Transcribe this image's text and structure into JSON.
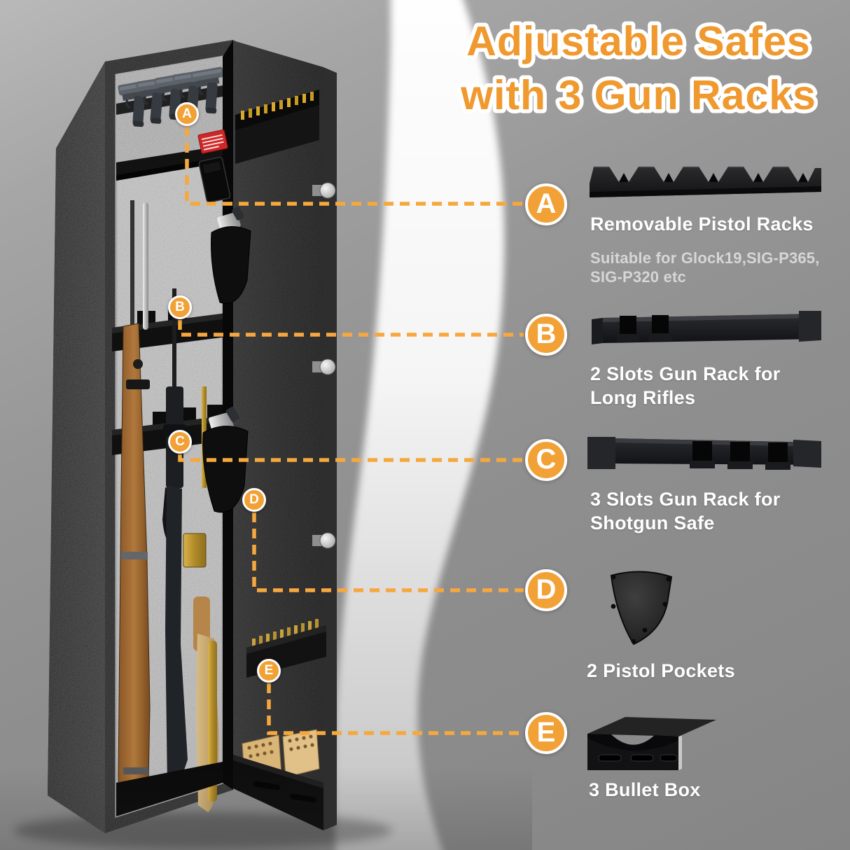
{
  "title": {
    "line1": "Adjustable Safes",
    "line2": "with 3 Gun Racks"
  },
  "palette": {
    "accent_orange": "#F2A136",
    "title_orange": "#EF992F",
    "dash_orange": "#F6A83E",
    "label_white": "#FFFFFF",
    "sublabel_gray": "#D6D6D6",
    "safe_black": "#161616",
    "felt_gray": "#919191"
  },
  "callouts": [
    {
      "letter": "A",
      "icon": "removable-pistol-rack-icon",
      "title_line1": "Removable Pistol Racks",
      "title_line2": "",
      "sub_line1": "Suitable for Glock19,SIG-P365,",
      "sub_line2": "SIG-P320 etc"
    },
    {
      "letter": "B",
      "icon": "two-slot-gun-rack-icon",
      "title_line1": "2 Slots Gun Rack for",
      "title_line2": "Long Rifles"
    },
    {
      "letter": "C",
      "icon": "three-slot-gun-rack-icon",
      "title_line1": "3 Slots Gun Rack for",
      "title_line2": "Shotgun Safe"
    },
    {
      "letter": "D",
      "icon": "pistol-pocket-icon",
      "title_line1": "2 Pistol Pockets",
      "title_line2": ""
    },
    {
      "letter": "E",
      "icon": "bullet-box-icon",
      "title_line1": "3 Bullet Box",
      "title_line2": ""
    }
  ]
}
